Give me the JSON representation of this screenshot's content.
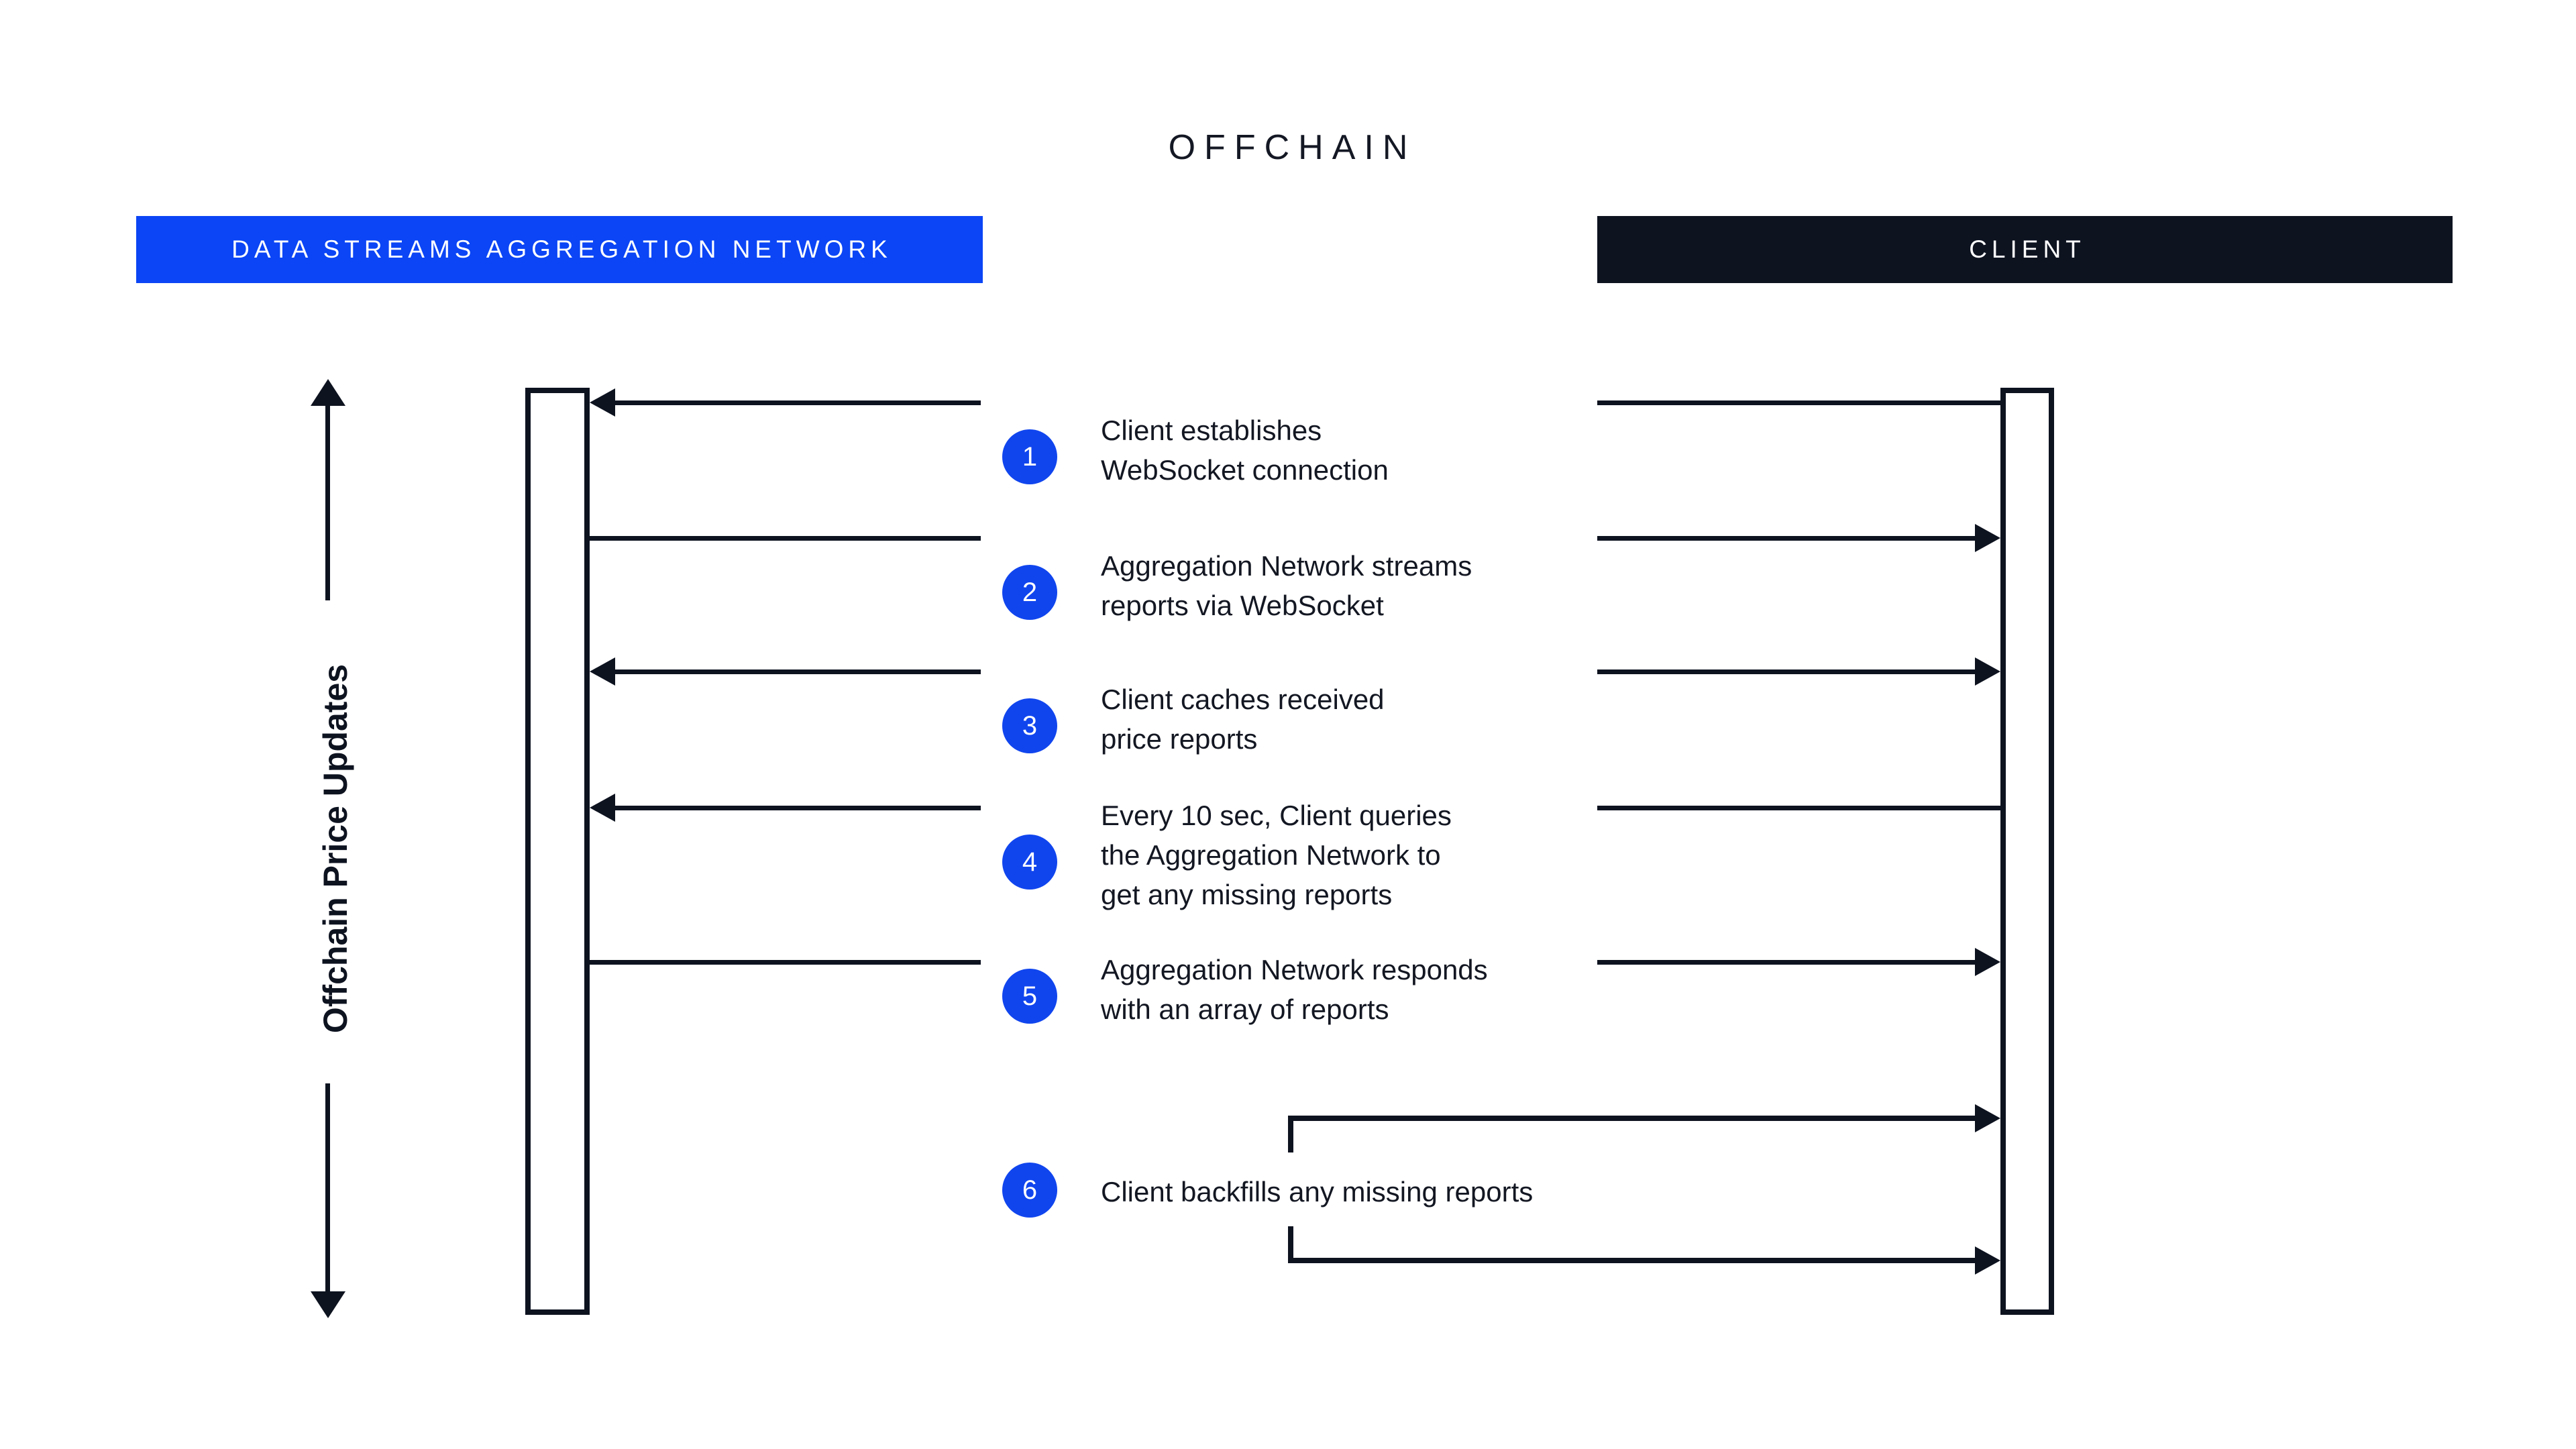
{
  "diagram": {
    "title": "OFFCHAIN",
    "axis_label": "Offchain Price Updates",
    "colors": {
      "accent_blue": "#0B45F5",
      "badge_blue": "#1045EE",
      "dark": "#0E1320",
      "text": "#131722",
      "background": "#FFFFFF"
    }
  },
  "lanes": [
    {
      "id": "network",
      "label": "DATA STREAMS AGGREGATION NETWORK",
      "background": "#0B45F5"
    },
    {
      "id": "client",
      "label": "CLIENT",
      "background": "#0E1320"
    }
  ],
  "steps": [
    {
      "number": "1",
      "text": "Client establishes\nWebSocket connection",
      "left_arrowhead": true,
      "right_arrowhead": false
    },
    {
      "number": "2",
      "text": "Aggregation Network streams\nreports via WebSocket",
      "left_arrowhead": false,
      "right_arrowhead": true
    },
    {
      "number": "3",
      "text": "Client caches received\nprice reports",
      "left_arrowhead": true,
      "right_arrowhead": true
    },
    {
      "number": "4",
      "text": "Every 10 sec, Client queries\nthe Aggregation Network to\nget any missing reports",
      "left_arrowhead": true,
      "right_arrowhead": false
    },
    {
      "number": "5",
      "text": "Aggregation Network responds\nwith an array of reports",
      "left_arrowhead": false,
      "right_arrowhead": true
    },
    {
      "number": "6",
      "text": "Client backfills any missing reports",
      "left_arrowhead": false,
      "right_arrowhead": true
    }
  ]
}
